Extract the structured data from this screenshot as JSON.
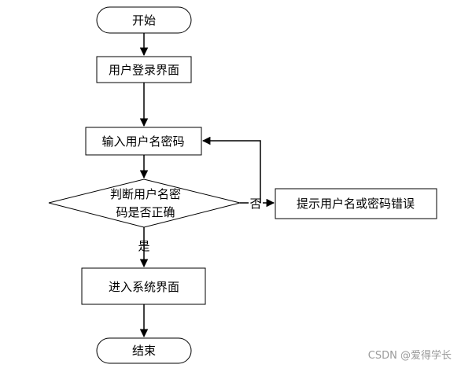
{
  "flowchart": {
    "start": "开始",
    "login_screen": "用户登录界面",
    "input_credentials": "输入用户名密码",
    "decision_line1": "判断用户名密",
    "decision_line2": "码是否正确",
    "error_prompt": "提示用户名或密码错误",
    "enter_system": "进入系统界面",
    "end": "结束",
    "no_label": "否",
    "yes_label": "是"
  },
  "watermark": "CSDN @爱得学长"
}
